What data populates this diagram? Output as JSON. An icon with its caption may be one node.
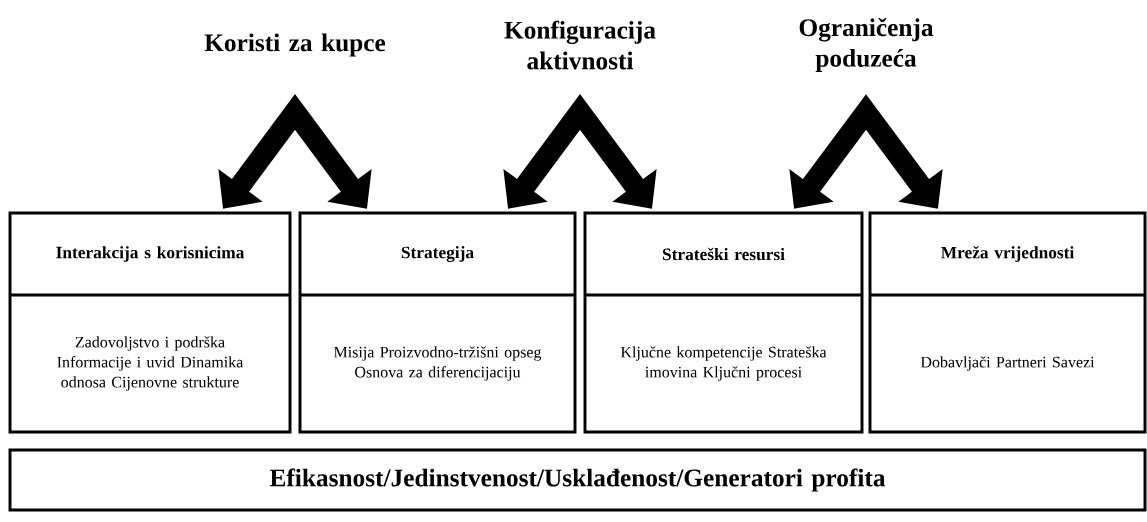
{
  "diagram": {
    "nodes": [
      {
        "text": [
          "Interakcija s korisnicima",
          "Zadovoljstvo i podrška Informacije i uvid Dinamika odnosa Cijenovne strukture"
        ]
      },
      {
        "text": [
          "Strategija",
          "Misija Proizvodno-tržišni opseg Osnova za diferencijaciju"
        ]
      },
      {
        "text": [
          "Strateški resursi",
          "Ključne kompetencije Strateška imovina Ključni procesi"
        ]
      },
      {
        "text": [
          "Mreža vrijednosti",
          "Dobavljači Partneri Savezi"
        ]
      },
      {
        "text": [
          "Efikasnost/Jedinstvenost/Usklađenost/Generatori profita"
        ]
      }
    ],
    "edges": [
      {
        "from": 0,
        "to": 1,
        "arrow": "both",
        "label": "Koristi za kupce"
      },
      {
        "from": 1,
        "to": 2,
        "arrow": "both",
        "label": "Konfiguracija aktivnosti"
      },
      {
        "from": 2,
        "to": 3,
        "arrow": "both",
        "label": "Ograničenja poduzeća"
      }
    ]
  }
}
